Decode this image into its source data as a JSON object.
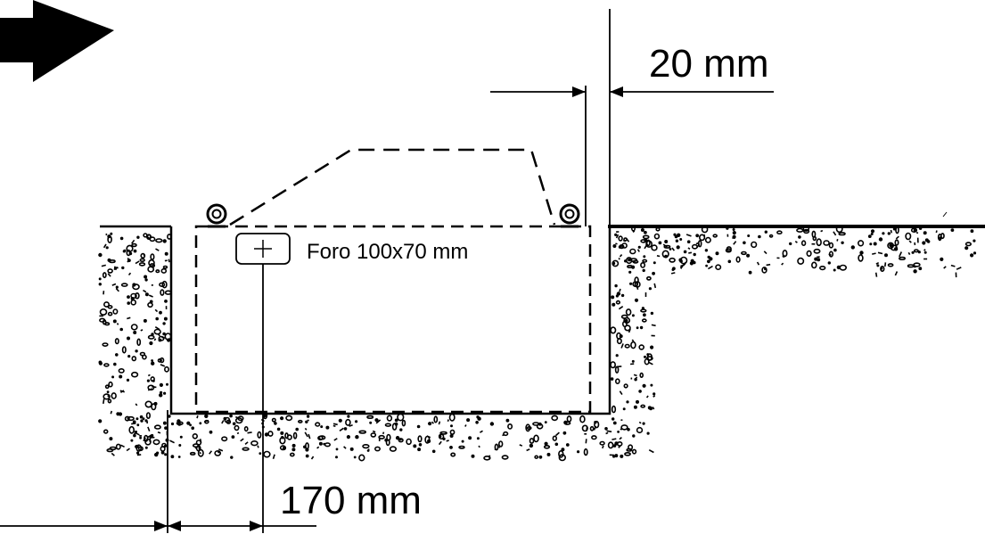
{
  "labels": {
    "hole": "Foro 100x70 mm",
    "gap": "20 mm",
    "offset": "170 mm"
  },
  "icons": {
    "direction_arrow": "arrow-right-icon",
    "hole_marker": "plus-icon",
    "lifting_ring": "eyebolt-icon"
  },
  "colors": {
    "ink": "#000000",
    "background": "#ffffff"
  }
}
